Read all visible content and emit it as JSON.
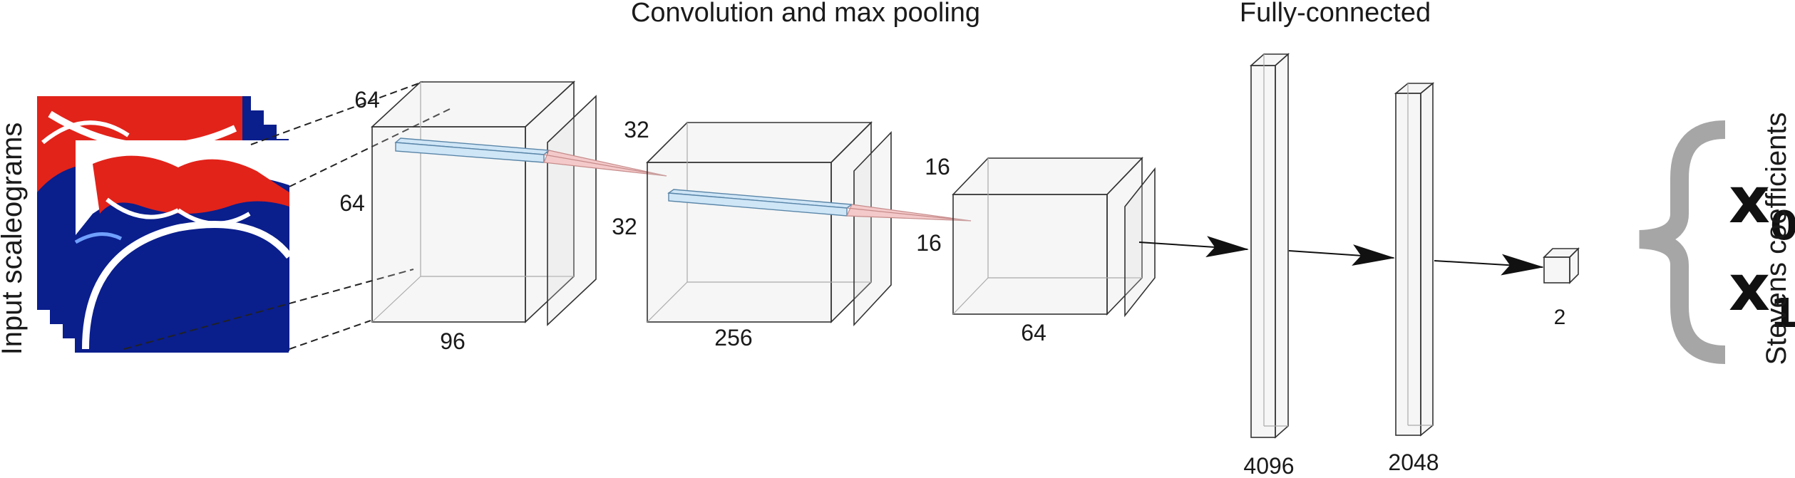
{
  "headings": {
    "conv": "Convolution and max pooling",
    "fc": "Fully-connected"
  },
  "left_label": "Input scaleograms",
  "right_label": "Stevens coefficients",
  "block1": {
    "depth": "64",
    "height": "64",
    "width": "96"
  },
  "block2": {
    "depth": "32",
    "height": "32",
    "width": "256"
  },
  "block3": {
    "depth": "16",
    "height": "16",
    "width": "64"
  },
  "fc_layers": [
    "4096",
    "2048"
  ],
  "output_size": "2",
  "outputs": {
    "x0_base": "x",
    "x0_sub": "0",
    "x1_base": "x",
    "x1_sub": "1"
  },
  "colors": {
    "scaleogram_red": "#e2231a",
    "scaleogram_blue": "#0a1e8c",
    "kernel_blue": "#cfe6f7",
    "kernel_red": "#f4c9c9",
    "brace_gray": "#a6a6a6"
  }
}
